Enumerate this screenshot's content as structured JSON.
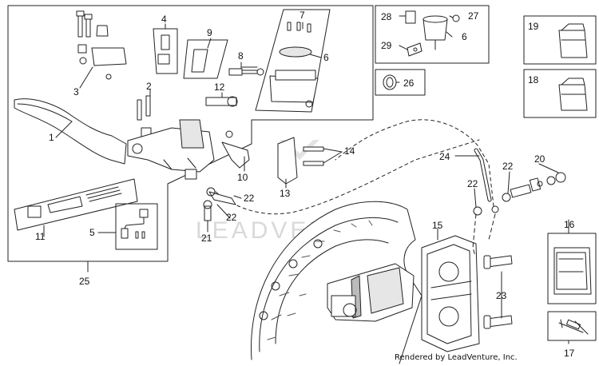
{
  "diagram": {
    "watermark": "LEADVENTURE",
    "credit": "Rendered by LeadVenture, Inc.",
    "callouts": {
      "n1": "1",
      "n2": "2",
      "n3": "3",
      "n4": "4",
      "n5": "5",
      "n6a": "6",
      "n6b": "6",
      "n7": "7",
      "n8": "8",
      "n9": "9",
      "n10": "10",
      "n11": "11",
      "n12": "12",
      "n13": "13",
      "n14": "14",
      "n15": "15",
      "n16": "16",
      "n17": "17",
      "n18": "18",
      "n19": "19",
      "n20": "20",
      "n21": "21",
      "n22a": "22",
      "n22b": "22",
      "n22c": "22",
      "n22d": "22",
      "n23": "23",
      "n24": "24",
      "n25": "25",
      "n26": "26",
      "n27": "27",
      "n28": "28",
      "n29": "29"
    },
    "colors": {
      "line": "#222222",
      "fill": "#ffffff",
      "shade": "#cfcfcf",
      "box": "#333333"
    }
  }
}
